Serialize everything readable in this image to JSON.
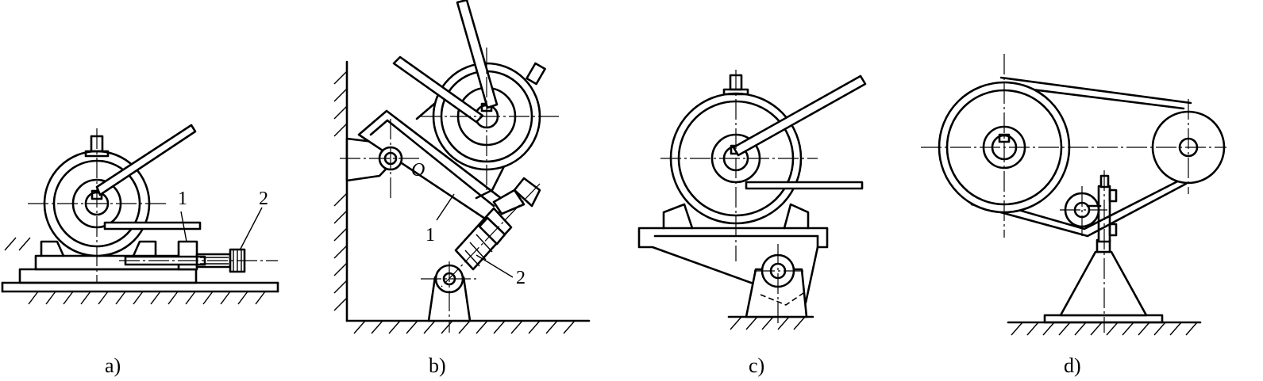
{
  "panels": [
    {
      "id": "a",
      "caption": "a)",
      "labels": [
        "1",
        "2"
      ]
    },
    {
      "id": "b",
      "caption": "b)",
      "labels": [
        "O",
        "1",
        "2"
      ]
    },
    {
      "id": "c",
      "caption": "c)",
      "labels": []
    },
    {
      "id": "d",
      "caption": "d)",
      "labels": []
    }
  ]
}
